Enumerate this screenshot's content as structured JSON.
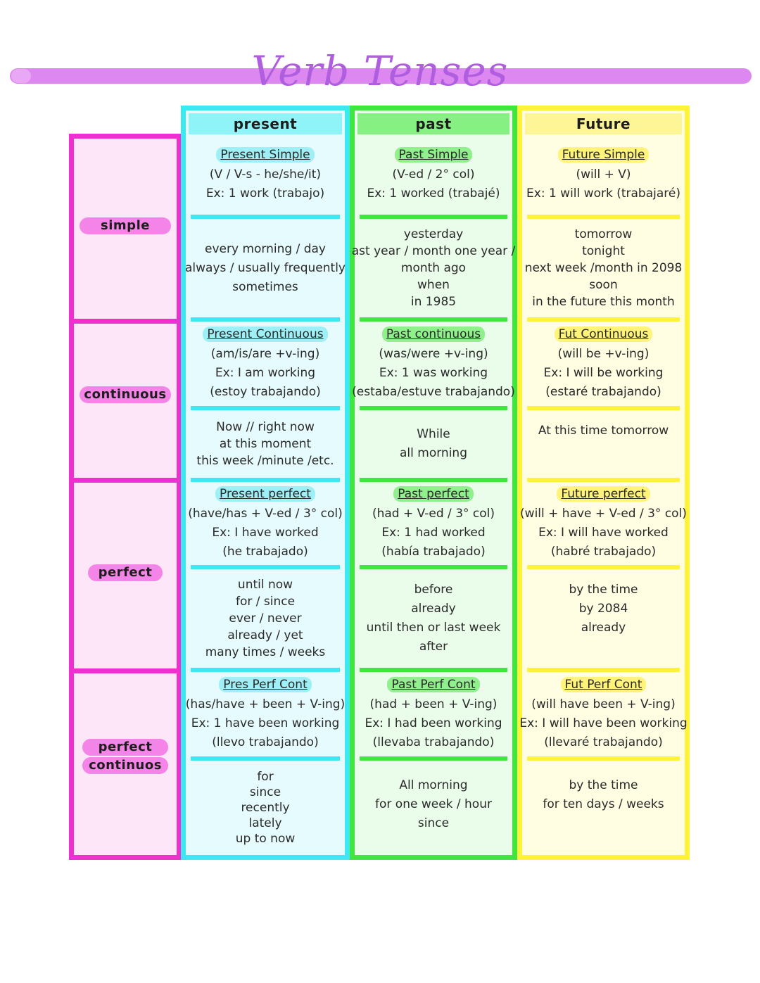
{
  "title": "Verb Tenses",
  "columns": [
    "present",
    "past",
    "Future"
  ],
  "rows": [
    "simple",
    "continuous",
    "perfect",
    "perfect continuos"
  ],
  "row_label_lines": {
    "perfect_continuous": [
      "perfect",
      "continuos"
    ]
  },
  "present": {
    "simple": {
      "name": "Present Simple",
      "lines": [
        "(V / V-s - he/she/it)",
        "Ex: 1 work (trabajo)"
      ]
    },
    "simple_markers": [
      "every morning / day",
      "always / usually frequently",
      "sometimes"
    ],
    "continuous": {
      "name": "Present Continuous",
      "lines": [
        "(am/is/are +v-ing)",
        "Ex: I am working",
        "(estoy trabajando)"
      ]
    },
    "continuous_markers": [
      "Now // right now",
      "at this moment",
      "this week /minute /etc."
    ],
    "perfect": {
      "name": "Present perfect",
      "lines": [
        "(have/has + V-ed / 3° col)",
        "Ex: I have worked",
        "(he trabajado)"
      ]
    },
    "perfect_markers": [
      "until now",
      "for / since",
      "ever / never",
      "already / yet",
      "many times / weeks"
    ],
    "perfect_continuous": {
      "name": "Pres Perf Cont",
      "lines": [
        "(has/have + been + V-ing)",
        "Ex: 1 have been working",
        "(llevo trabajando)"
      ]
    },
    "perfect_continuous_markers": [
      "for",
      "since",
      "recently",
      "lately",
      "up to now"
    ]
  },
  "past": {
    "simple": {
      "name": "Past Simple",
      "lines": [
        "(V-ed / 2° col)",
        "Ex: 1 worked (trabajé)"
      ]
    },
    "simple_markers": [
      "yesterday",
      "ast year / month one year /",
      "month ago",
      "when",
      "in 1985"
    ],
    "continuous": {
      "name": "Past continuous",
      "lines": [
        "(was/were +v-ing)",
        "Ex: 1 was working",
        "(estaba/estuve trabajando)"
      ]
    },
    "continuous_markers": [
      "While",
      "all morning"
    ],
    "perfect": {
      "name": "Past perfect",
      "lines": [
        "(had + V-ed / 3° col)",
        "Ex: 1 had worked",
        "(había trabajado)"
      ]
    },
    "perfect_markers": [
      "before",
      "already",
      "until then or last week",
      "after"
    ],
    "perfect_continuous": {
      "name": "Past Perf Cont",
      "lines": [
        "(had + been + V-ing)",
        "Ex: I had been working",
        "(llevaba trabajando)"
      ]
    },
    "perfect_continuous_markers": [
      "All morning",
      "for one week / hour",
      "since"
    ]
  },
  "future": {
    "simple": {
      "name": "Future Simple",
      "lines": [
        "(will + V)",
        "Ex: 1 will work (trabajaré)"
      ]
    },
    "simple_markers": [
      "tomorrow",
      "tonight",
      "next week /month in 2098",
      "soon",
      "in the future this month"
    ],
    "continuous": {
      "name": "Fut Continuous",
      "lines": [
        "(will be +v-ing)",
        "Ex: I will be working",
        "(estaré trabajando)"
      ]
    },
    "continuous_markers": [
      "At this time tomorrow"
    ],
    "perfect": {
      "name": "Future perfect",
      "lines": [
        "(will + have + V-ed / 3° col)",
        "Ex: I will have worked",
        "(habré trabajado)"
      ]
    },
    "perfect_markers": [
      "by the time",
      "by 2084",
      "already"
    ],
    "perfect_continuous": {
      "name": "Fut Perf Cont",
      "lines": [
        "(will have been + V-ing)",
        "Ex: I will have been working",
        "(llevaré trabajando)"
      ]
    },
    "perfect_continuous_markers": [
      "by the time",
      "for ten days / weeks"
    ]
  },
  "colors": {
    "title": "#b05ee0",
    "title_bar": "#dd88f0",
    "rows": "#ef2fd0",
    "present": "#3ee8f0",
    "past": "#3ee63e",
    "future": "#fff23a"
  }
}
